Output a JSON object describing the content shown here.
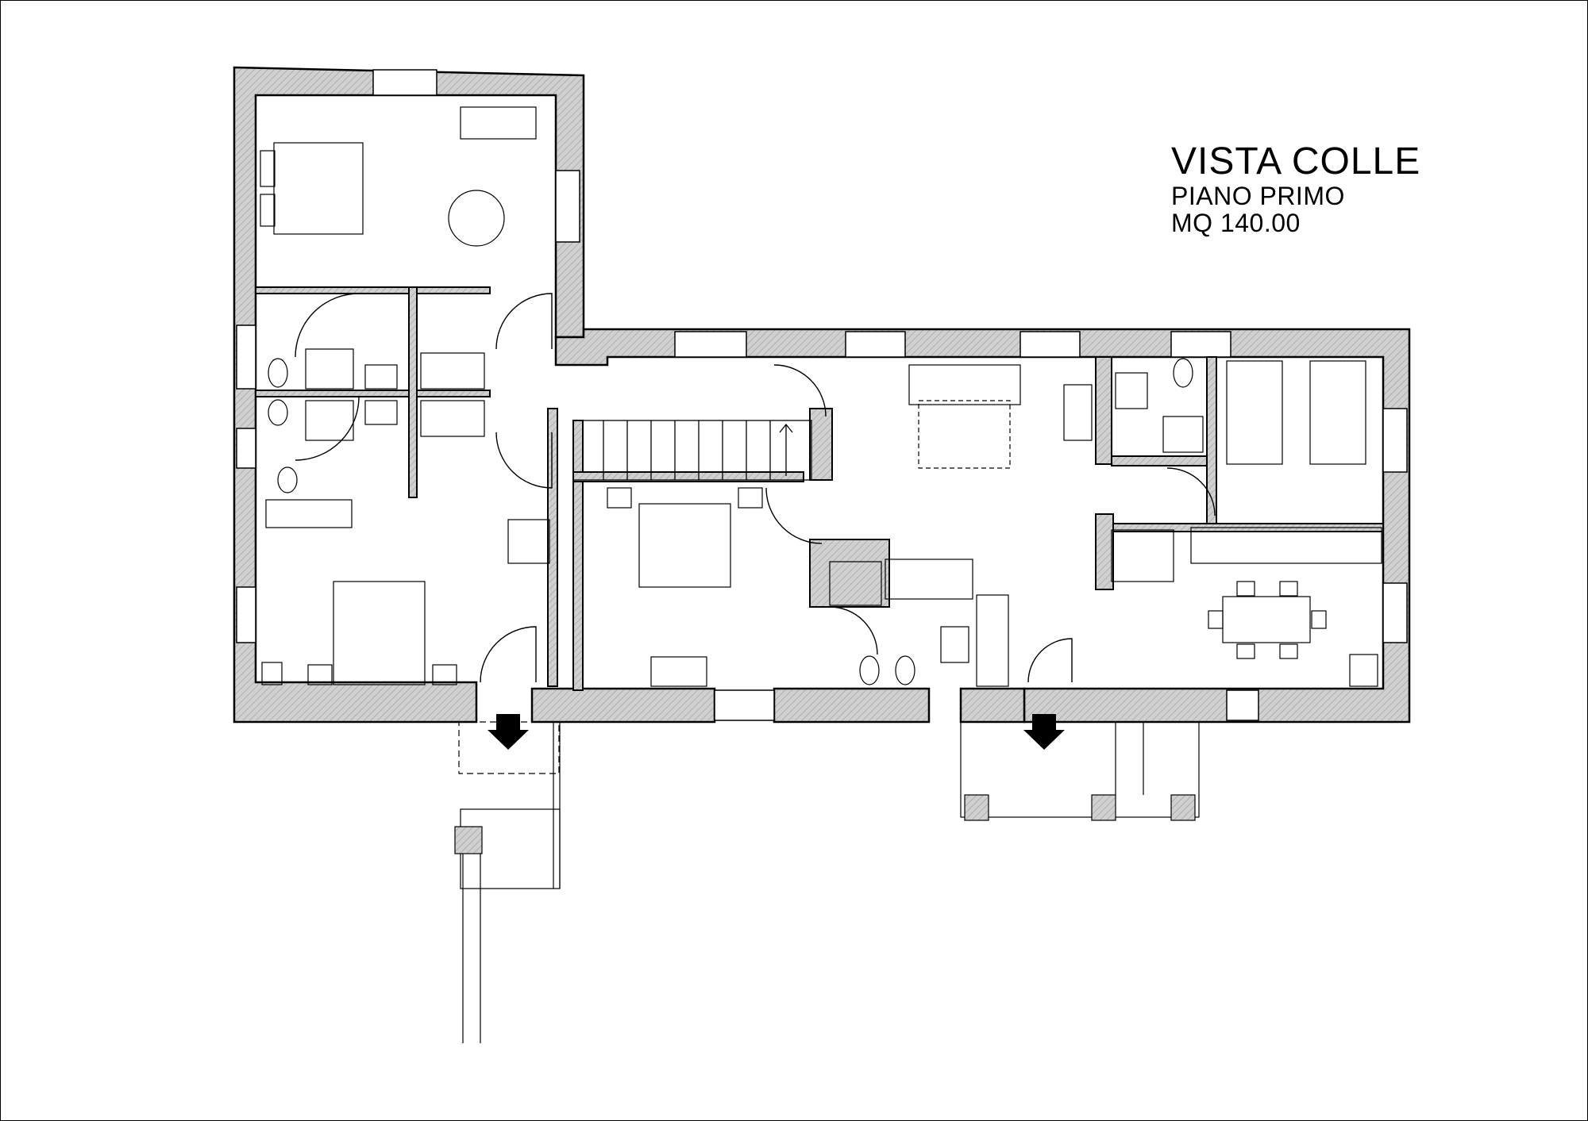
{
  "title_block": {
    "name": "VISTA COLLE",
    "floor": "PIANO PRIMO",
    "area": "MQ 140.00"
  },
  "colors": {
    "wall_fill": "#c8c8c8",
    "line": "#000000",
    "background": "#ffffff"
  },
  "icons": [
    "entrance-arrow-icon",
    "staircase-icon",
    "sofa-icon",
    "bed-icon",
    "shower-icon",
    "bidet-icon",
    "toilet-icon",
    "sink-icon",
    "stove-icon",
    "dining-table-icon",
    "chair-icon",
    "fireplace-icon"
  ]
}
